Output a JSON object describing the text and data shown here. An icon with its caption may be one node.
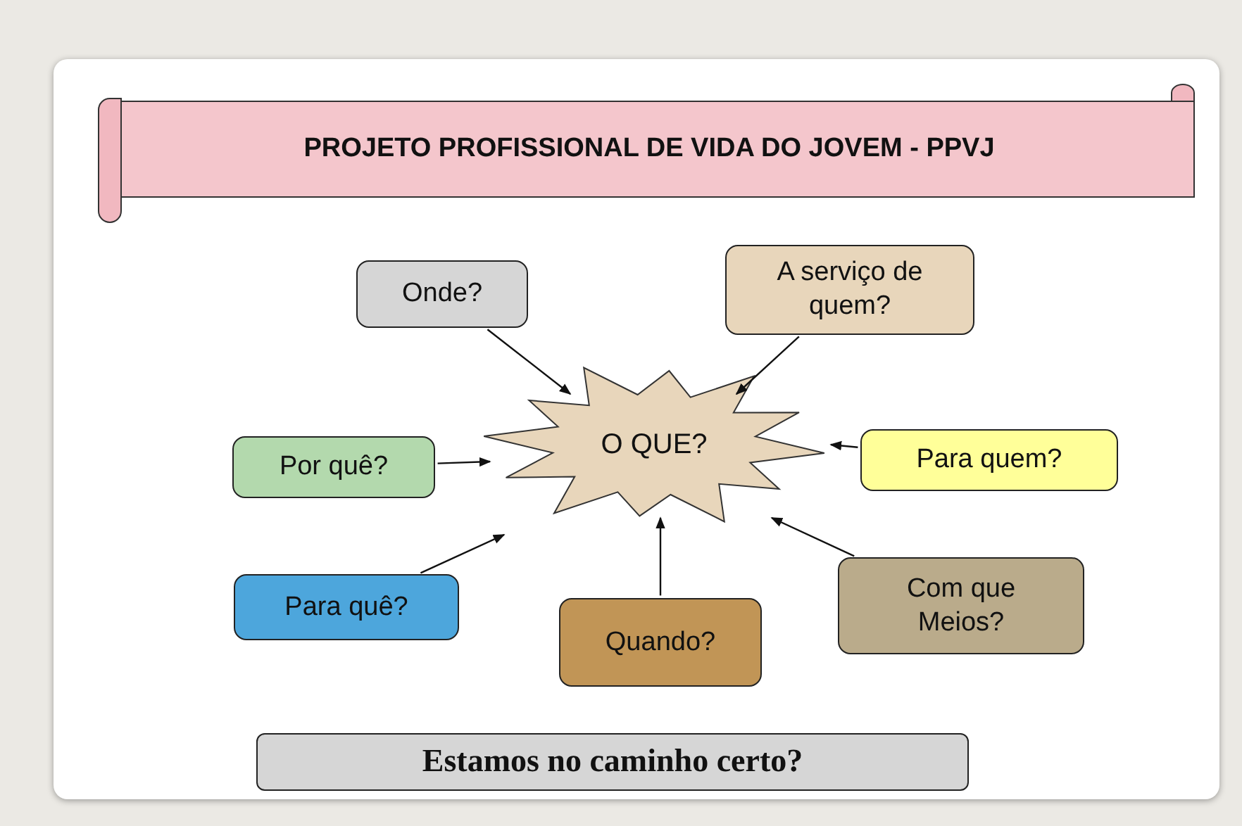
{
  "diagram": {
    "nodes": [
      {
        "text": [
          "PROJETO PROFISSIONAL DE VIDA DO JOVEM - PPVJ"
        ]
      },
      {
        "text": [
          "Onde?"
        ]
      },
      {
        "text": [
          "A serviço de quem?"
        ]
      },
      {
        "text": [
          "O QUE?"
        ]
      },
      {
        "text": [
          "Por quê?"
        ]
      },
      {
        "text": [
          "Para quem?"
        ]
      },
      {
        "text": [
          "Para quê?"
        ]
      },
      {
        "text": [
          "Quando?"
        ]
      },
      {
        "text": [
          "Com que Meios?"
        ]
      },
      {
        "text": [
          "Estamos no caminho certo?"
        ]
      }
    ],
    "edges": [
      {
        "from": 1,
        "to": 3,
        "arrow": "to"
      },
      {
        "from": 2,
        "to": 3,
        "arrow": "to"
      },
      {
        "from": 4,
        "to": 3,
        "arrow": "to"
      },
      {
        "from": 5,
        "to": 3,
        "arrow": "to"
      },
      {
        "from": 6,
        "to": 3,
        "arrow": "to"
      },
      {
        "from": 7,
        "to": 3,
        "arrow": "to"
      },
      {
        "from": 8,
        "to": 3,
        "arrow": "to"
      }
    ]
  }
}
